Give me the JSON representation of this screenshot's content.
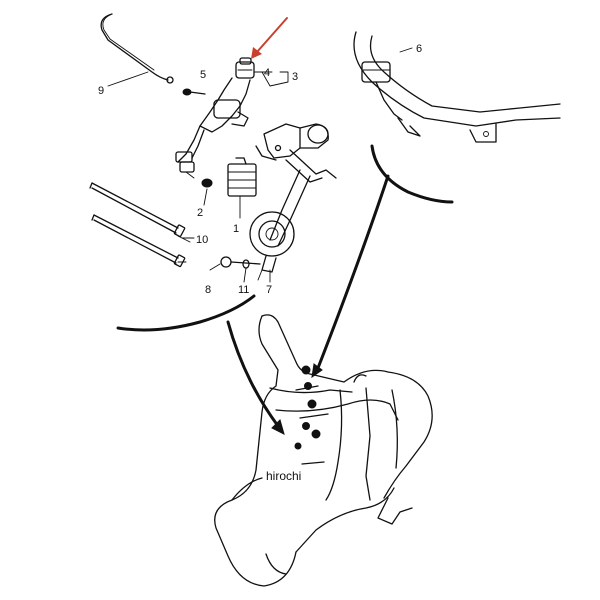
{
  "diagram": {
    "callouts": [
      {
        "id": "part-1",
        "label": "1"
      },
      {
        "id": "part-2",
        "label": "2"
      },
      {
        "id": "part-3",
        "label": "3"
      },
      {
        "id": "part-4",
        "label": "4"
      },
      {
        "id": "part-5",
        "label": "5"
      },
      {
        "id": "part-6",
        "label": "6"
      },
      {
        "id": "part-7",
        "label": "7"
      },
      {
        "id": "part-8",
        "label": "8"
      },
      {
        "id": "part-9",
        "label": "9"
      },
      {
        "id": "part-10",
        "label": "10"
      },
      {
        "id": "part-11",
        "label": "11"
      }
    ],
    "watermark": "hirochi",
    "highlight_color": "#c9402e",
    "line_color": "#111111"
  }
}
